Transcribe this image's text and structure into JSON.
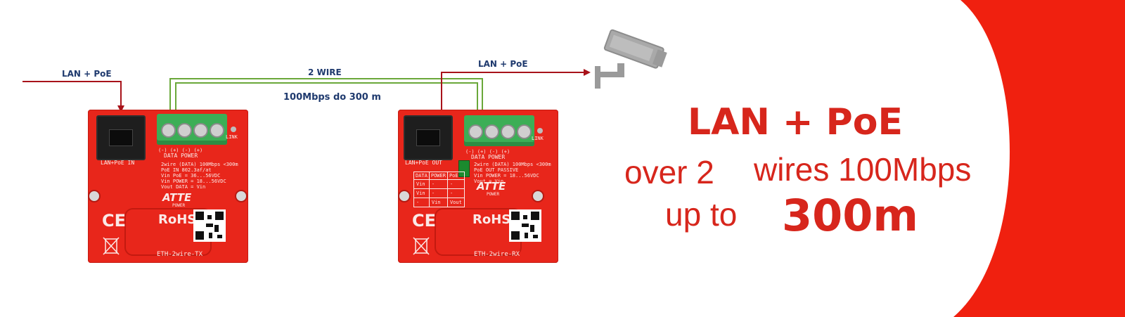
{
  "diagram": {
    "input_label": "LAN + PoE",
    "wire_label": "2 WIRE",
    "speed_label": "100Mbps do 300 m",
    "output_label": "LAN + PoE"
  },
  "tx_board": {
    "port_label": "LAN+PoE IN",
    "terminal_marks": "(-)  (+)  (-)  (+)",
    "terminal_labels": "DATA   POWER",
    "link_label": "LINK",
    "spec_lines": [
      "2wire (DATA) 100Mbps <300m",
      "PoE IN 802.3af/at",
      "Vin PoE = 36...56VDC",
      "Vin POWER = 18...56VDC",
      "Vout DATA = Vin"
    ],
    "logo": "ATTE",
    "logo_sub": "POWER",
    "ce_mark": "CE",
    "rohs": "RoHS",
    "name": "ETH-2wire-TX"
  },
  "rx_board": {
    "port_label": "LAN+PoE OUT",
    "terminal_marks": "(-)  (+)  (-)  (+)",
    "terminal_labels": "DATA   POWER",
    "link_label": "LINK",
    "spec_lines": [
      "2wire (DATA) 100Mbps <300m",
      "PoE OUT PASSIVE",
      "Vin POWER = 18...56VDC",
      "Vout = Vin"
    ],
    "table_header": [
      "DATA",
      "POWER",
      "PoE"
    ],
    "table_rows": [
      [
        "Vin",
        "-",
        "-"
      ],
      [
        "Vin",
        "-",
        "-"
      ],
      [
        "-",
        "Vin",
        "Vout"
      ]
    ],
    "logo": "ATTE",
    "logo_sub": "POWER",
    "ce_mark": "CE",
    "rohs": "RoHS",
    "name": "ETH-2wire-RX"
  },
  "promo": {
    "line1": "LAN  +  PoE",
    "line2a": "over 2",
    "line2b": "wires 100Mbps",
    "line3a": "up to",
    "line3b": "300m"
  },
  "colors": {
    "accent_red": "#d7261c",
    "arc_red": "#f0200f",
    "label_blue": "#1f3a6e",
    "arrow_red": "#a8121a",
    "wire_green": "#6aa83a"
  },
  "icons": [
    "camera-icon",
    "ce-mark-icon",
    "weee-bin-icon",
    "qr-code-icon"
  ]
}
